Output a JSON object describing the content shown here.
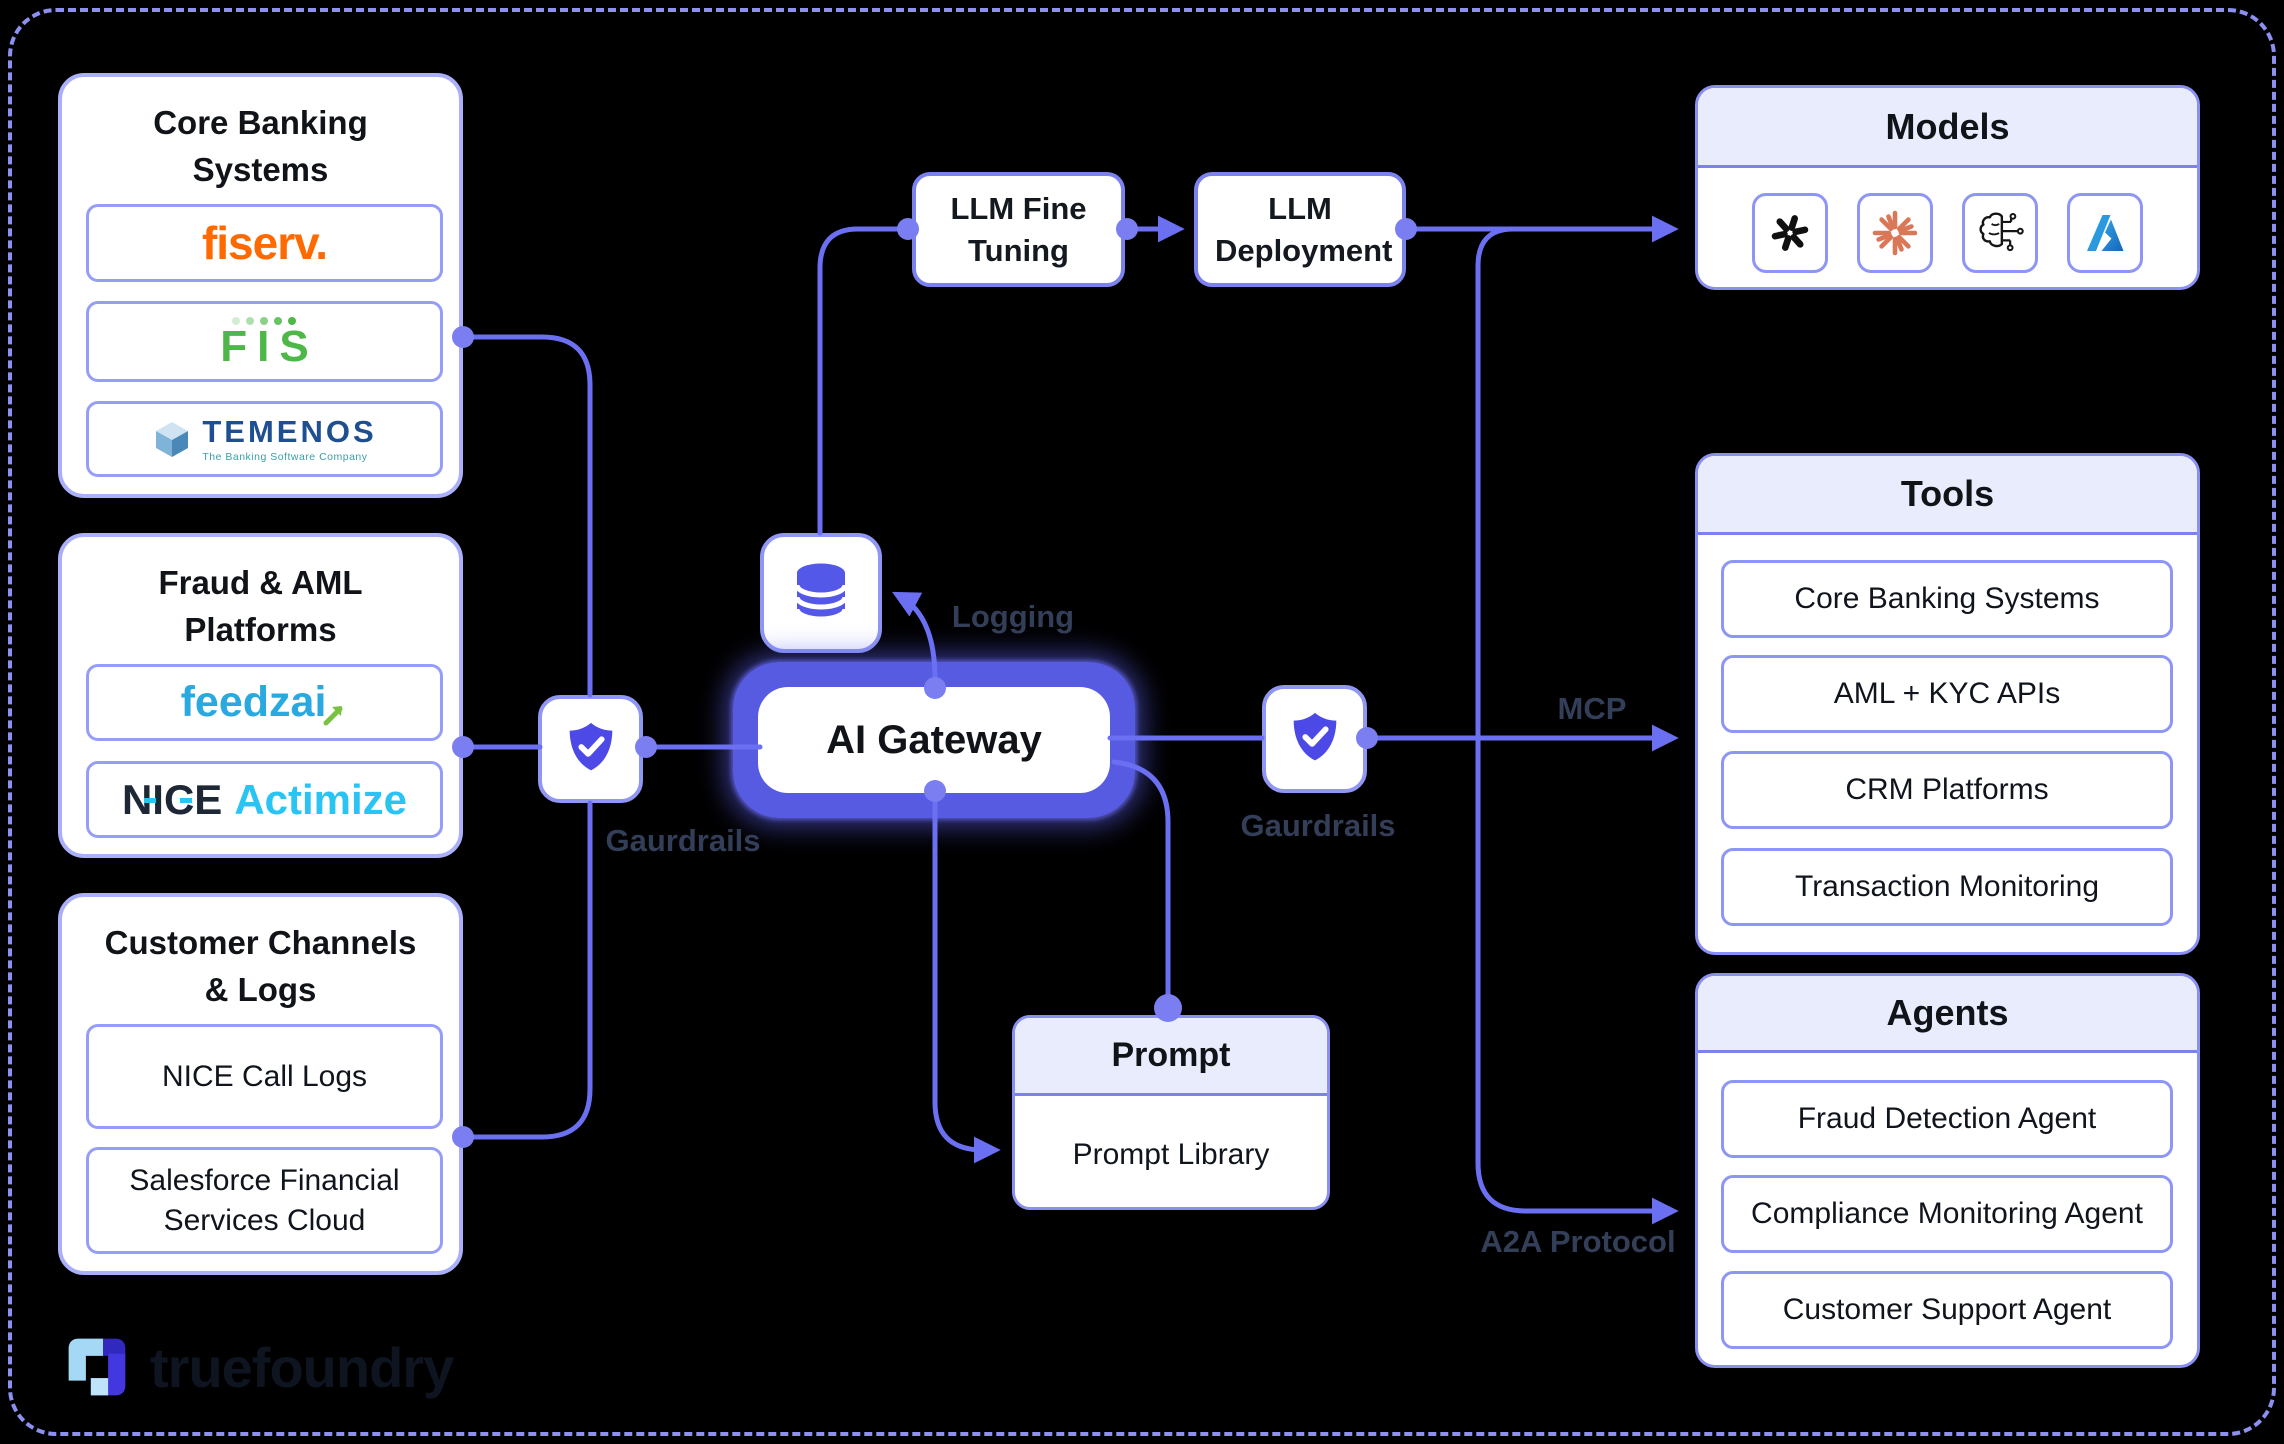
{
  "sources": {
    "core_banking": {
      "title": "Core Banking Systems",
      "vendors": {
        "fiserv": "fiserv.",
        "fis": "FIS",
        "temenos": "TEMENOS",
        "temenos_tagline": "The Banking Software Company"
      }
    },
    "fraud_aml": {
      "title": "Fraud & AML Platforms",
      "vendors": {
        "feedzai": "feedzai",
        "nice_part1": "NICE",
        "nice_part2": "Actimize"
      }
    },
    "customer_channels": {
      "title": "Customer Channels & Logs",
      "items": [
        "NICE Call Logs",
        "Salesforce Financial Services Cloud"
      ]
    }
  },
  "pipeline": {
    "llm_fine_tuning": "LLM Fine Tuning",
    "llm_deployment": "LLM Deployment",
    "ai_gateway": "AI Gateway"
  },
  "prompt_panel": {
    "title": "Prompt",
    "items": [
      "Prompt Library"
    ]
  },
  "models_panel": {
    "title": "Models",
    "icons": [
      "openai-logo",
      "claude-logo",
      "ai-brain-logo",
      "azure-logo"
    ]
  },
  "tools_panel": {
    "title": "Tools",
    "items": [
      "Core Banking Systems",
      "AML + KYC APIs",
      "CRM Platforms",
      "Transaction Monitoring"
    ]
  },
  "agents_panel": {
    "title": "Agents",
    "items": [
      "Fraud Detection Agent",
      "Compliance Monitoring Agent",
      "Customer Support Agent"
    ]
  },
  "connector_labels": {
    "logging": "Logging",
    "guardrails_left": "Gaurdrails",
    "guardrails_right": "Gaurdrails",
    "mcp": "MCP",
    "a2a": "A2A Protocol"
  },
  "footer": {
    "brand": "truefoundry"
  },
  "colors": {
    "accent_line": "#6b6ff2",
    "shield_fill": "#4c49e6",
    "db_icon": "#5458e8",
    "fiserv_orange": "#ff6a00",
    "fis_green": "#4db848",
    "temenos_blue": "#1d4f91",
    "feedzai_blue": "#2aa9e0",
    "actimize_cyan": "#29c3f4",
    "claude_coral": "#d97757",
    "azure_blue": "#1e88d2",
    "header_bg": "#e9ecfc",
    "background": "#000000"
  }
}
